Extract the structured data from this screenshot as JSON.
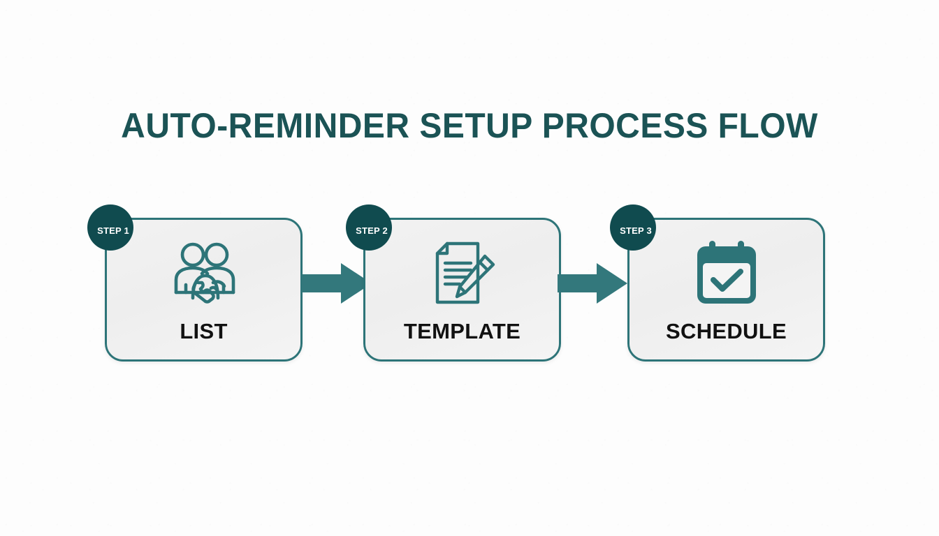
{
  "page": {
    "title": "AUTO-REMINDER SETUP PROCESS FLOW",
    "background_color": "#fdfdfd",
    "accent_color": "#2d7478",
    "badge_color": "#104b4f",
    "title_color": "#1b5355",
    "label_color": "#111111",
    "card_fill": "#f1f1f1"
  },
  "steps": [
    {
      "badge": "STEP 1",
      "label": "LIST",
      "icon": "people-call-icon"
    },
    {
      "badge": "STEP 2",
      "label": "TEMPLATE",
      "icon": "document-pencil-icon"
    },
    {
      "badge": "STEP 3",
      "label": "SCHEDULE",
      "icon": "calendar-check-icon"
    }
  ],
  "connectors": [
    {
      "name": "arrow-right-1",
      "direction": "right"
    },
    {
      "name": "arrow-right-2",
      "direction": "right"
    }
  ]
}
